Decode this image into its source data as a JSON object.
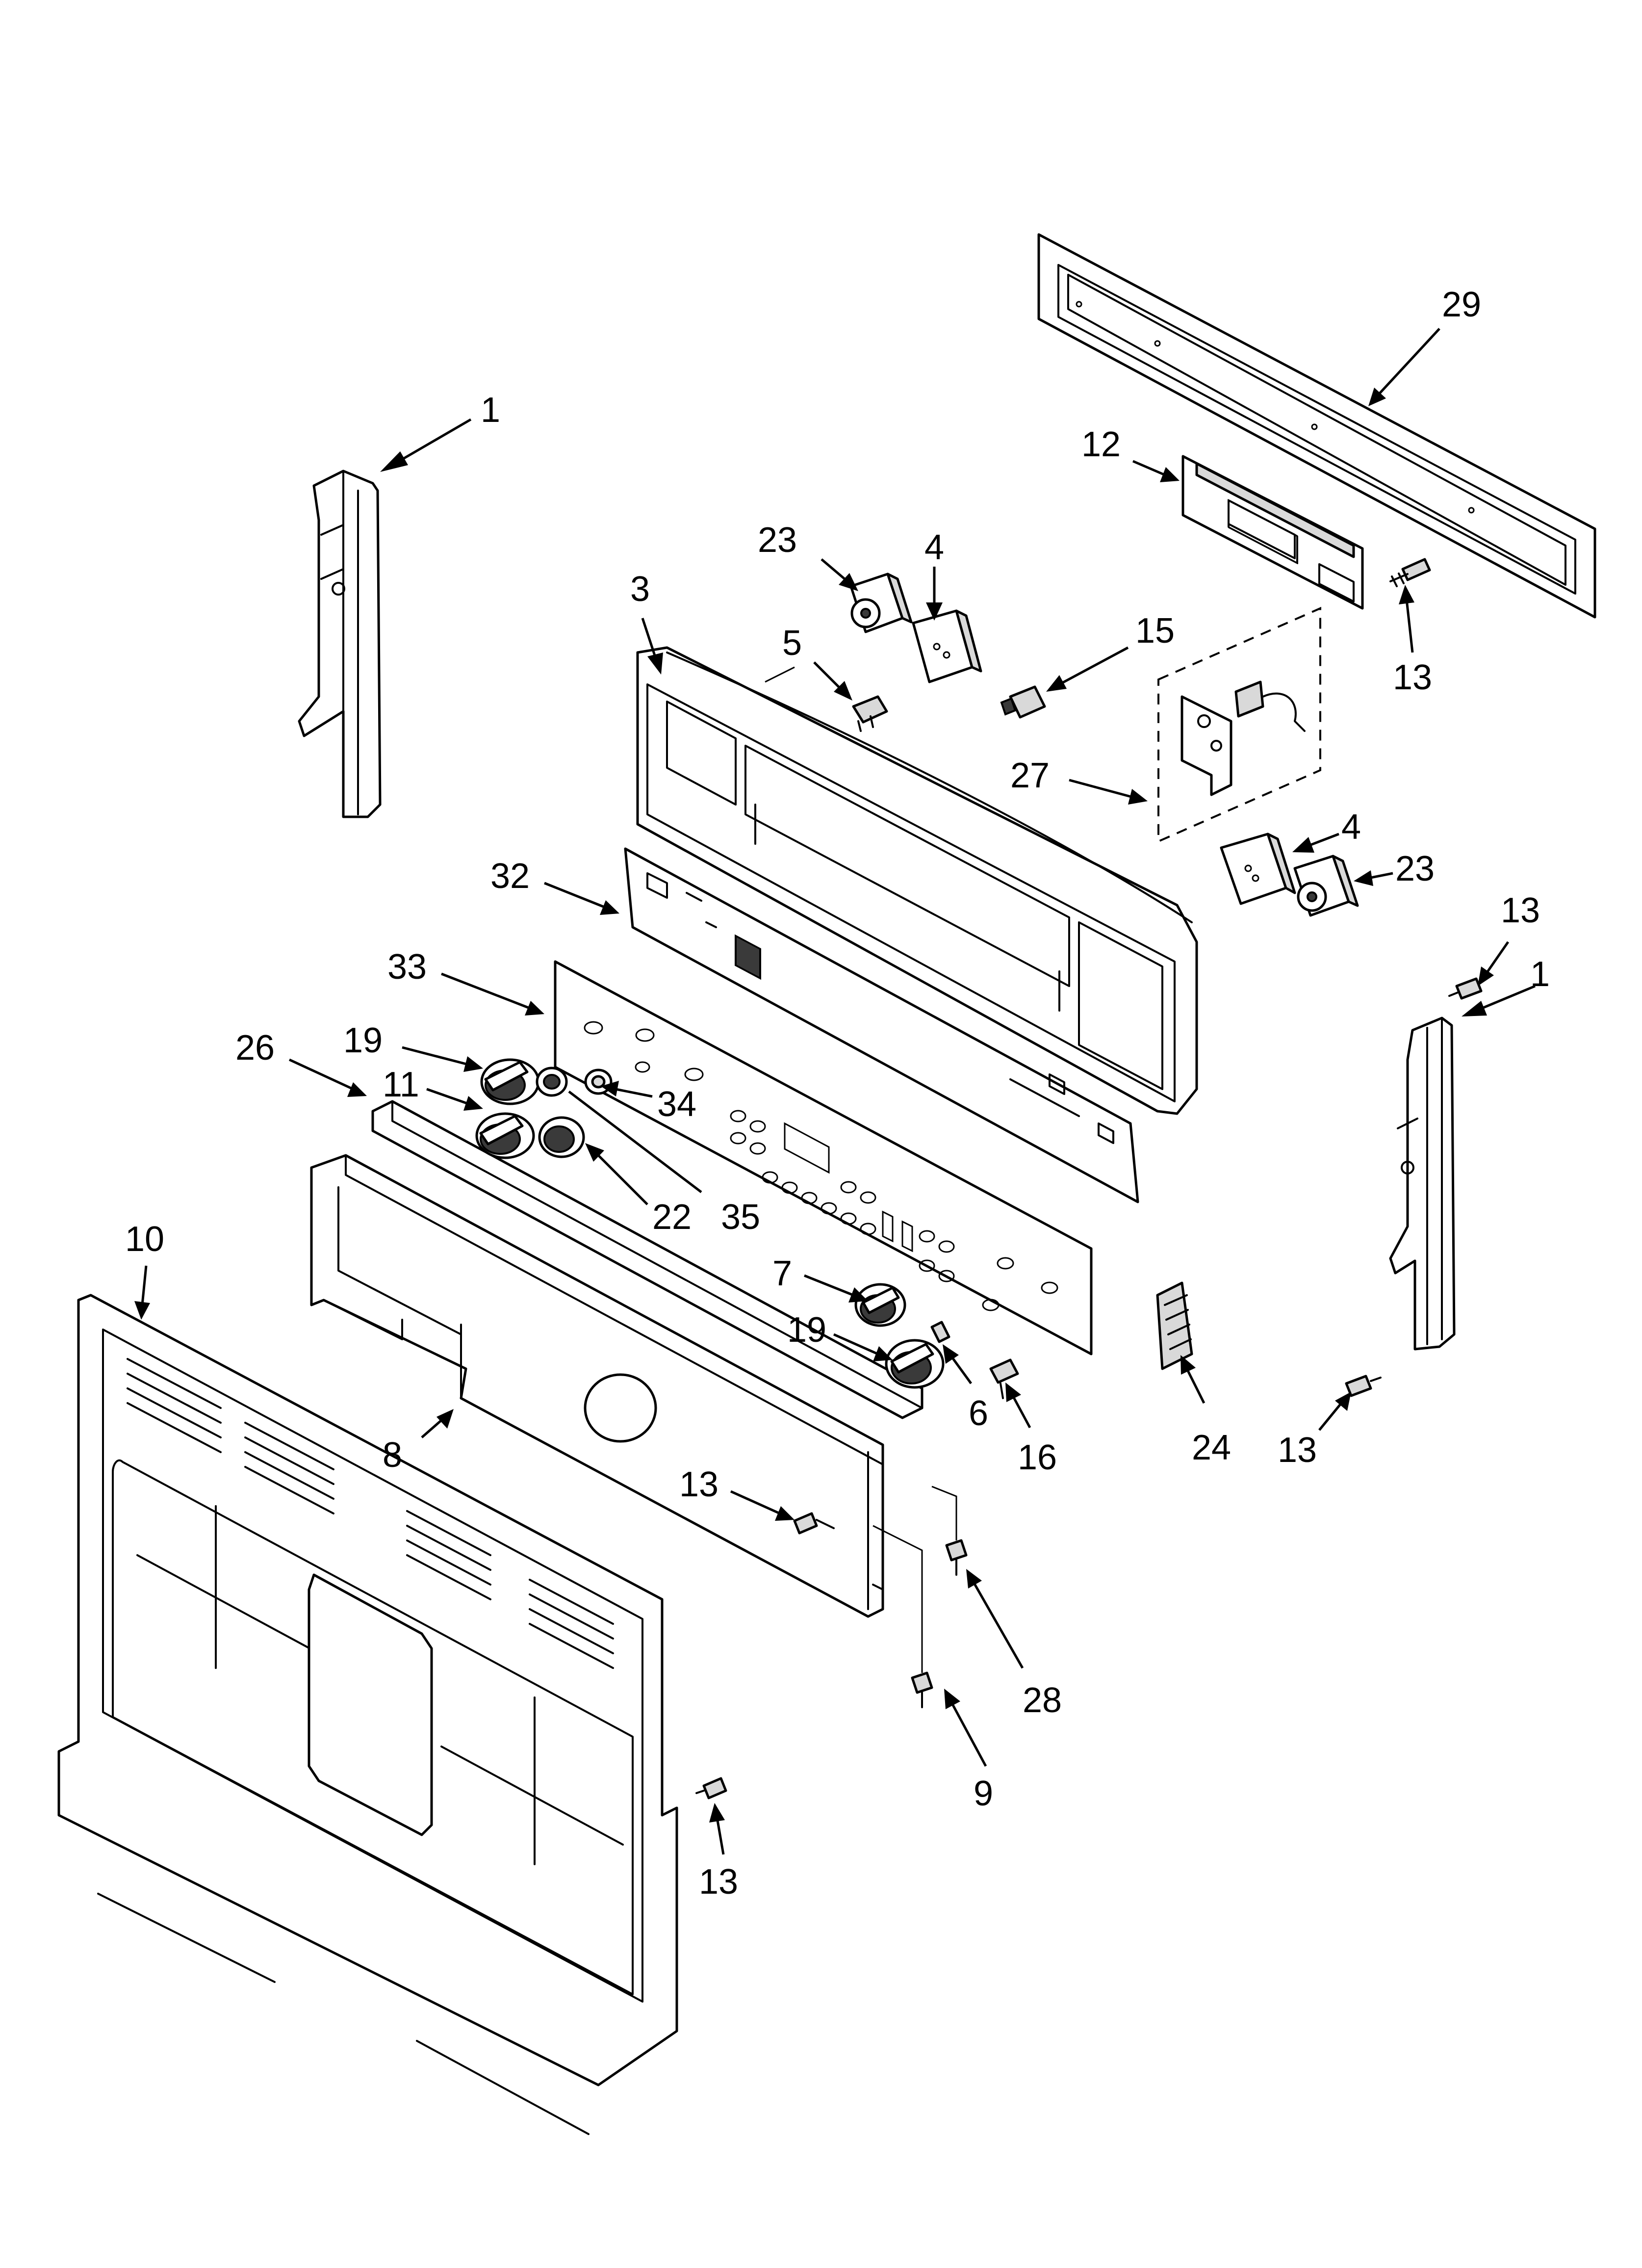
{
  "diagram": {
    "callouts": [
      {
        "id": "c1-left",
        "label": "1"
      },
      {
        "id": "c1-right",
        "label": "1"
      },
      {
        "id": "c3",
        "label": "3"
      },
      {
        "id": "c4-top",
        "label": "4"
      },
      {
        "id": "c4-mid",
        "label": "4"
      },
      {
        "id": "c5",
        "label": "5"
      },
      {
        "id": "c6",
        "label": "6"
      },
      {
        "id": "c7",
        "label": "7"
      },
      {
        "id": "c8",
        "label": "8"
      },
      {
        "id": "c9",
        "label": "9"
      },
      {
        "id": "c10",
        "label": "10"
      },
      {
        "id": "c11",
        "label": "11"
      },
      {
        "id": "c12",
        "label": "12"
      },
      {
        "id": "c13-a",
        "label": "13"
      },
      {
        "id": "c13-b",
        "label": "13"
      },
      {
        "id": "c13-c",
        "label": "13"
      },
      {
        "id": "c13-d",
        "label": "13"
      },
      {
        "id": "c13-e",
        "label": "13"
      },
      {
        "id": "c15",
        "label": "15"
      },
      {
        "id": "c16",
        "label": "16"
      },
      {
        "id": "c19-a",
        "label": "19"
      },
      {
        "id": "c19-b",
        "label": "19"
      },
      {
        "id": "c22",
        "label": "22"
      },
      {
        "id": "c23-top",
        "label": "23"
      },
      {
        "id": "c23-mid",
        "label": "23"
      },
      {
        "id": "c24",
        "label": "24"
      },
      {
        "id": "c26",
        "label": "26"
      },
      {
        "id": "c27",
        "label": "27"
      },
      {
        "id": "c28",
        "label": "28"
      },
      {
        "id": "c29",
        "label": "29"
      },
      {
        "id": "c32",
        "label": "32"
      },
      {
        "id": "c33",
        "label": "33"
      },
      {
        "id": "c34",
        "label": "34"
      },
      {
        "id": "c35",
        "label": "35"
      }
    ]
  }
}
